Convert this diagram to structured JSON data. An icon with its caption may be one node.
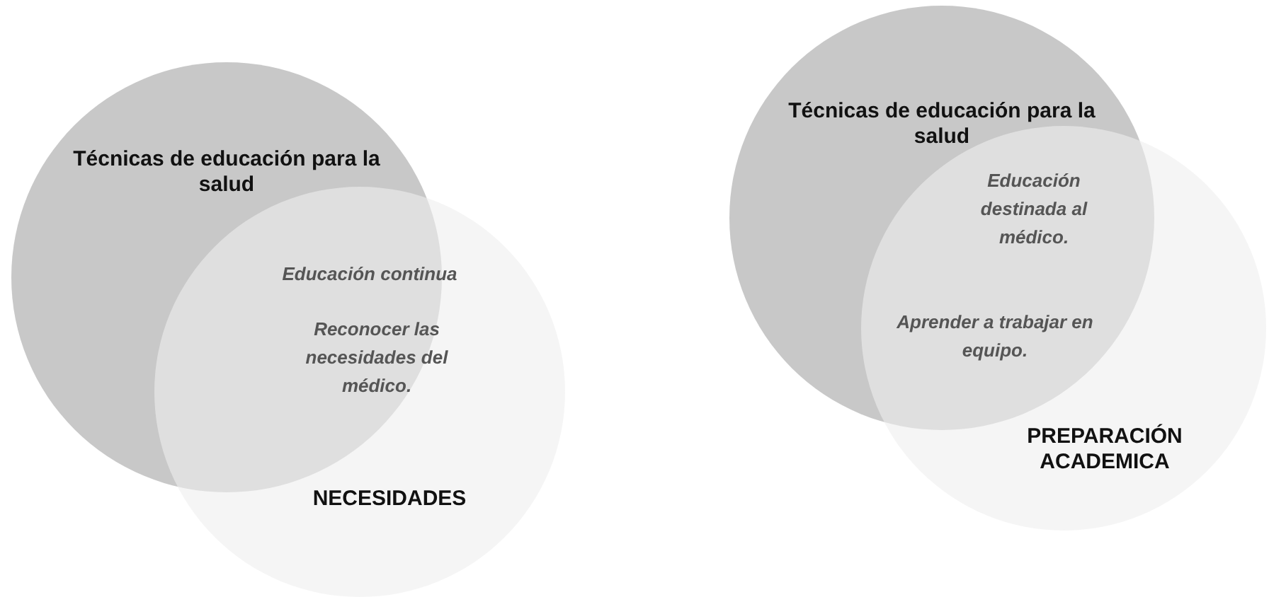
{
  "diagram": {
    "nodes": [
      {
        "text": [
          "Técnicas de educación para la salud"
        ]
      },
      {
        "text": [
          "NECESIDADES"
        ]
      },
      {
        "text": [
          "Técnicas de educación para la salud"
        ]
      },
      {
        "text": [
          "PREPARACIÓN ACADEMICA"
        ]
      }
    ],
    "labels": [
      "Educación continua",
      "Reconocer las necesidades del médico.",
      "Educación destinada al médico.",
      "Aprender a trabajar en equipo."
    ]
  }
}
